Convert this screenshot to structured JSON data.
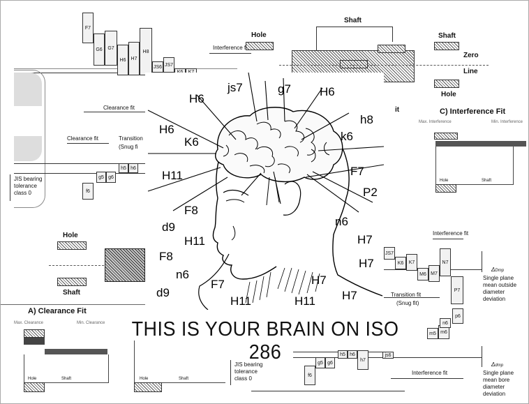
{
  "title": "THIS IS YOUR BRAIN ON ISO 286",
  "brain_labels": [
    "H6",
    "js7",
    "g7",
    "H6",
    "H6",
    "K6",
    "h8",
    "k6",
    "H11",
    "F7",
    "P2",
    "F8",
    "n6",
    "d9",
    "H11",
    "H7",
    "F8",
    "H7",
    "n6",
    "H7",
    "d9",
    "F7",
    "H11",
    "H11",
    "H7"
  ],
  "diagrams": {
    "top_left": {
      "boxes": [
        "F7",
        "G6",
        "G7",
        "H6",
        "H7",
        "H8",
        "JS6",
        "JS7",
        "K6",
        "K7"
      ],
      "clearance_fit": "Clearance fit",
      "interference_fit": "Interference fit"
    },
    "top_right": {
      "shaft": "Shaft",
      "hole": "Hole",
      "shaft_legend": "Shaft",
      "zero": "Zero",
      "line": "Line",
      "hole_legend": "Hole",
      "fit_partial": "it"
    },
    "mid_left": {
      "clearance_fit": "Clearance fit",
      "transition": "Transition",
      "snug": "(Snug fi",
      "boxes": [
        "f6",
        "g5",
        "g6",
        "h5",
        "h6"
      ],
      "jis": "JIS bearing tolerance class 0"
    },
    "interference_fit_panel": {
      "title": "C) Interference Fit",
      "max": "Max. Interference",
      "min": "Min. Interference",
      "hole": "Hole",
      "shaft": "Shaft"
    },
    "bottom_left": {
      "hole": "Hole",
      "shaft": "Shaft",
      "title": "A) Clearance Fit",
      "max": "Max. Clearance",
      "min": "Min. Clearance",
      "hole_lbl": "Hole",
      "shaft_lbl": "Shaft",
      "hole_lbl2": "Hole",
      "shaft_lbl2": "Shaft"
    },
    "bottom_right": {
      "interference_fit": "Interference fit",
      "boxes": [
        "JS7",
        "K6",
        "K7",
        "M6",
        "M7",
        "N7",
        "P7"
      ],
      "transition": "Transition fit",
      "snug": "(Snug fit)",
      "dmp_outer": "Δ",
      "dmp_outer_sub": "Dmp",
      "outer_desc": "Single plane mean outside diameter deviation",
      "shaft_boxes": [
        "m5",
        "m6",
        "n6",
        "p6"
      ],
      "lower_boxes": [
        "f6",
        "g5",
        "g6",
        "h5",
        "h6",
        "h7",
        "js6"
      ],
      "interference_fit2": "Interference fit",
      "dmp_inner_sub": "dmp",
      "inner_desc": "Single plane mean bore diameter deviation",
      "jis": "JIS bearing tolerance class 0"
    }
  }
}
